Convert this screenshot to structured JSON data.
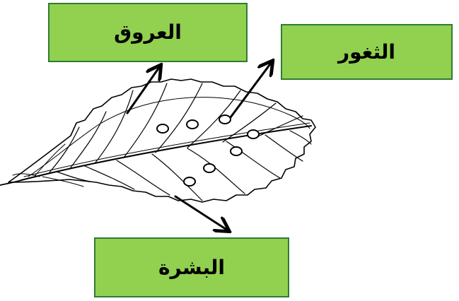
{
  "diagram": {
    "labels": {
      "veins": "العروق",
      "stomata": "الثغور",
      "epidermis": "البشرة"
    },
    "colors": {
      "label_fill": "#92d050",
      "label_border": "#2e7d32",
      "line": "#000000"
    }
  }
}
